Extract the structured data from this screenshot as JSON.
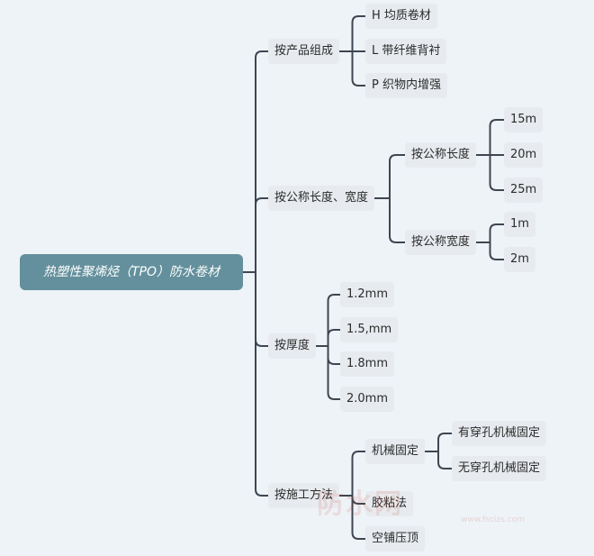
{
  "root": {
    "label": "热塑性聚烯烃（TPO）防水卷材"
  },
  "level1": [
    {
      "label": "按产品组成"
    },
    {
      "label": "按公称长度、宽度"
    },
    {
      "label": "按厚度"
    },
    {
      "label": "按施工方法"
    }
  ],
  "composition": [
    {
      "label": "H 均质卷材"
    },
    {
      "label": "L 带纤维背衬"
    },
    {
      "label": "P 织物内增强"
    }
  ],
  "size": [
    {
      "label": "按公称长度"
    },
    {
      "label": "按公称宽度"
    }
  ],
  "lengths": [
    {
      "label": "15m"
    },
    {
      "label": "20m"
    },
    {
      "label": "25m"
    }
  ],
  "widths": [
    {
      "label": "1m"
    },
    {
      "label": "2m"
    }
  ],
  "thickness": [
    {
      "label": "1.2mm"
    },
    {
      "label": "1.5,mm"
    },
    {
      "label": "1.8mm"
    },
    {
      "label": "2.0mm"
    }
  ],
  "construction": [
    {
      "label": "机械固定"
    },
    {
      "label": "胶粘法"
    },
    {
      "label": "空铺压顶"
    }
  ],
  "mechanical": [
    {
      "label": "有穿孔机械固定"
    },
    {
      "label": "无穿孔机械固定"
    }
  ],
  "watermark": {
    "text": "防水网",
    "url": "www.fscizs.com"
  },
  "colors": {
    "root": "#63909c",
    "node": "#e7ebef",
    "line": "#3d4651",
    "background": "#eef3f8"
  }
}
